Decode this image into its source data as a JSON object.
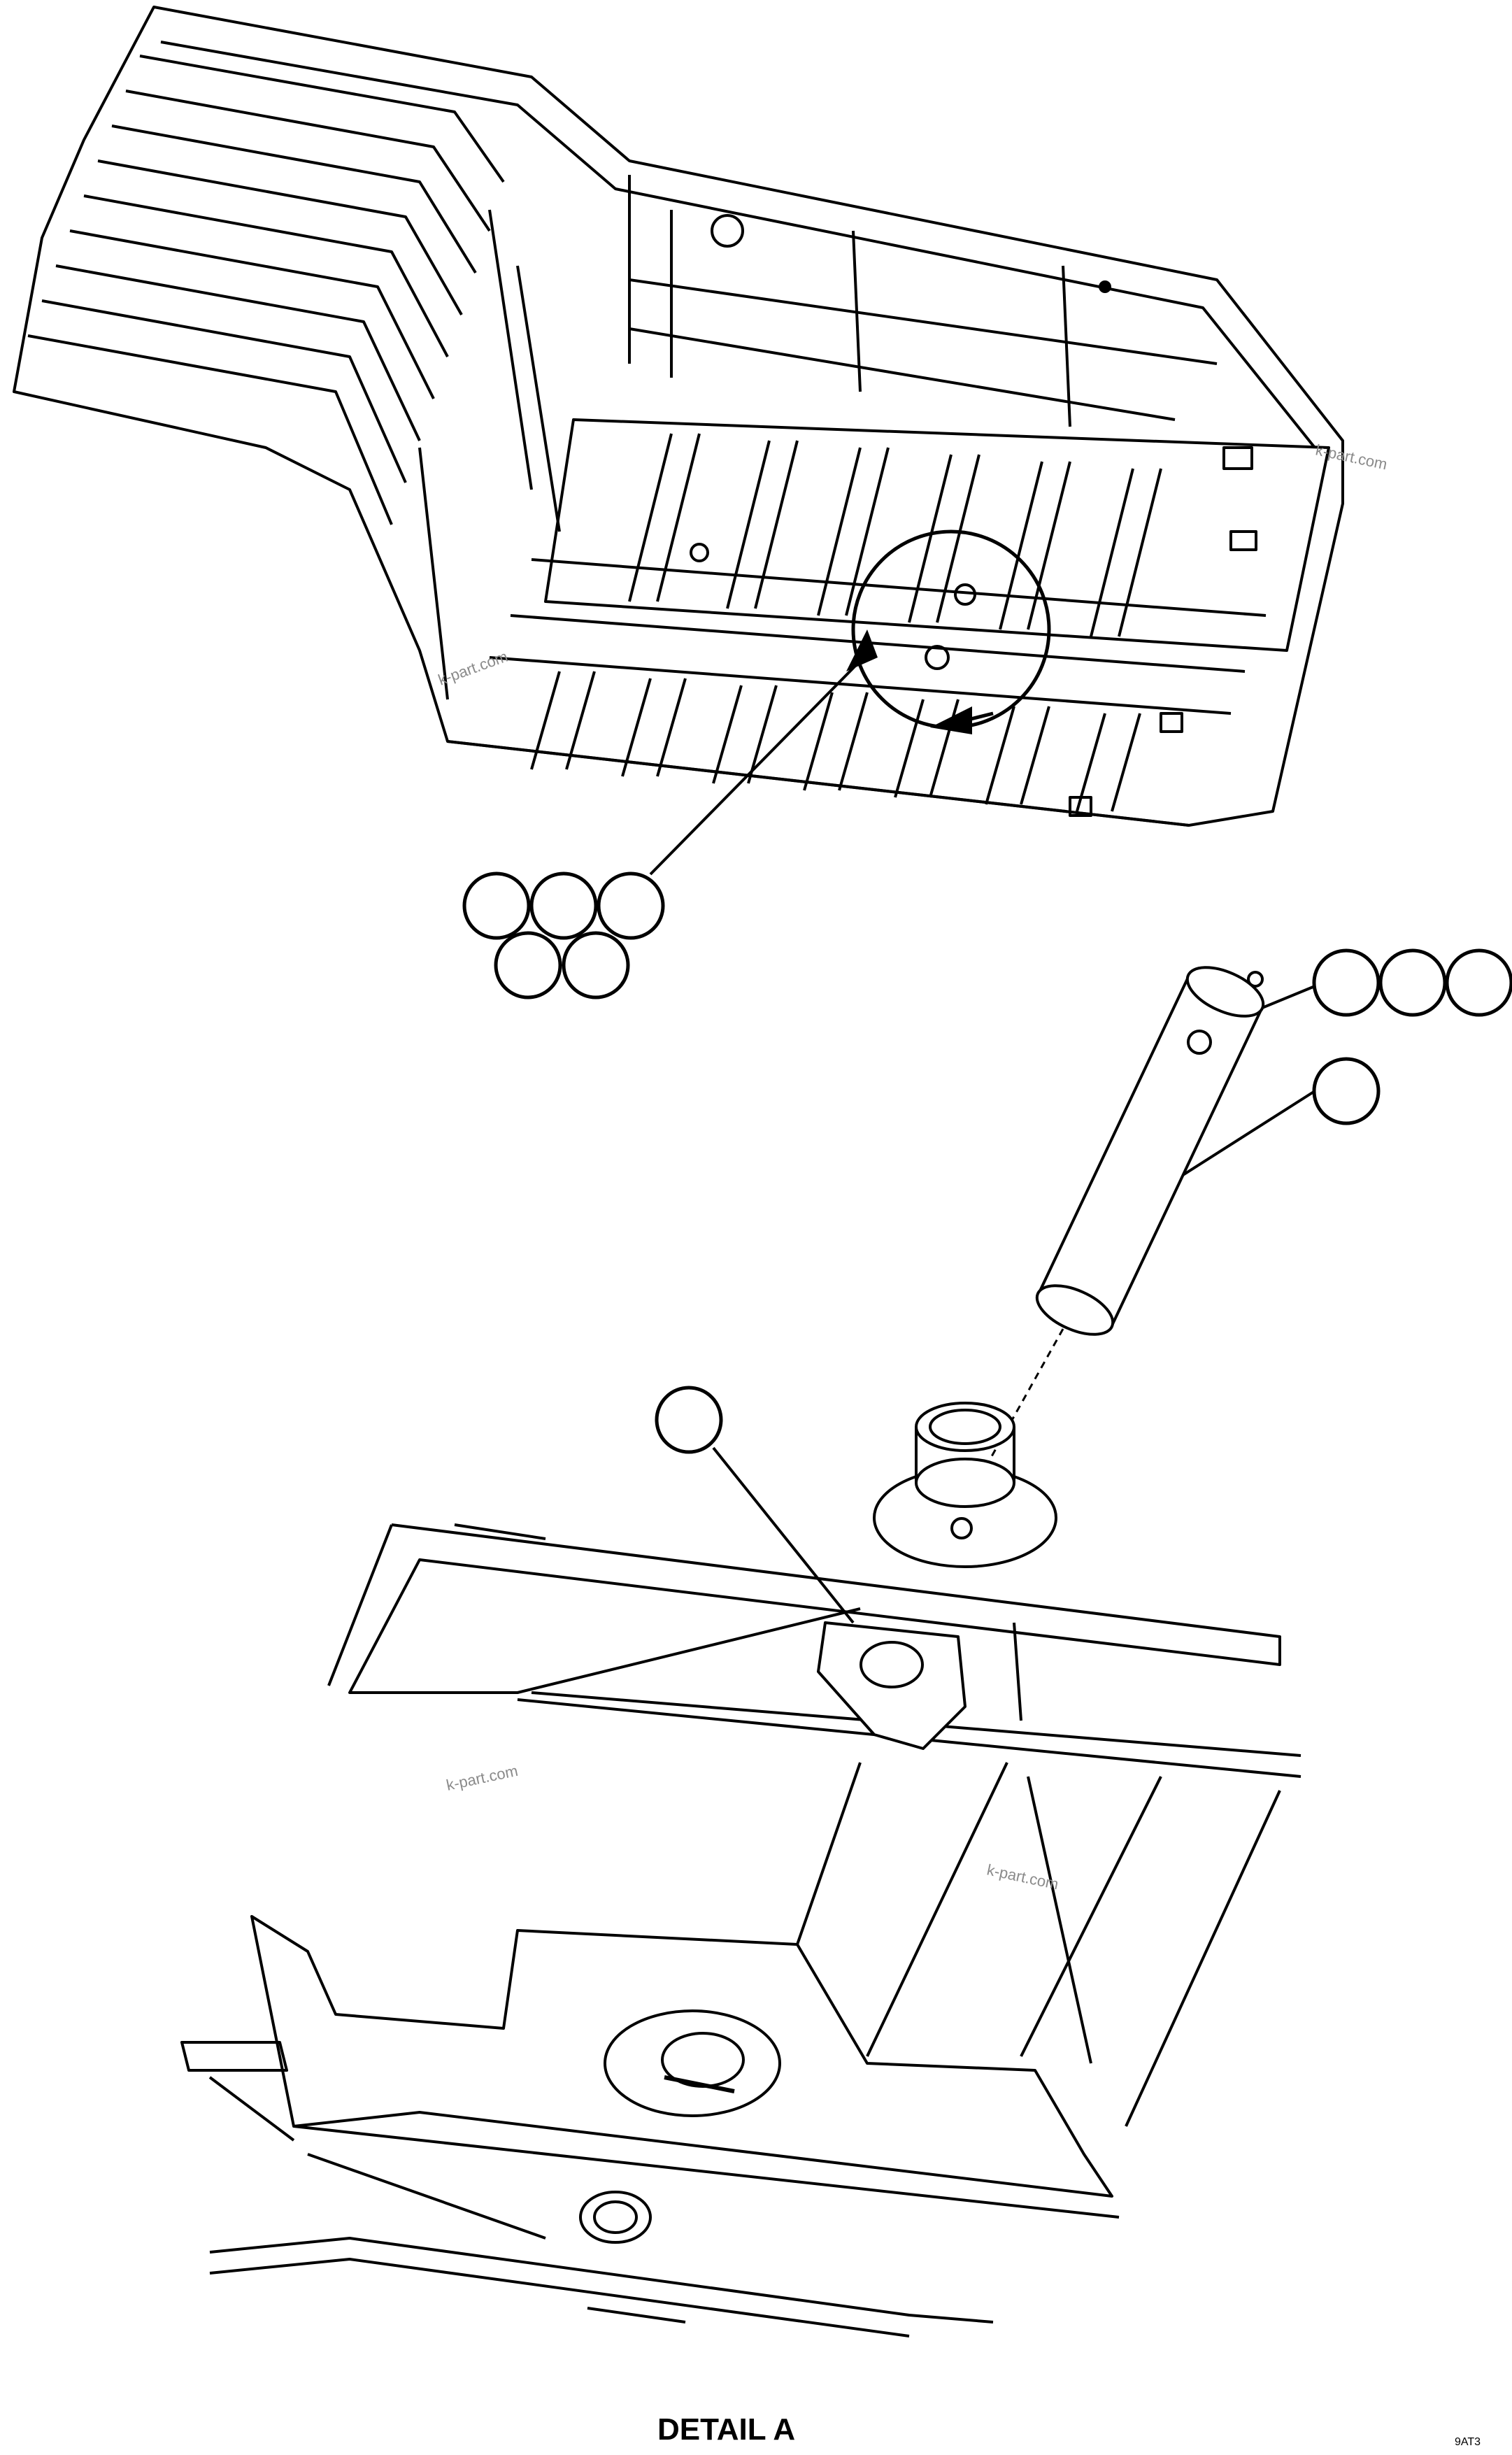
{
  "watermark": "k-part.com",
  "detail_label": "DETAIL A",
  "drawing_code": "9AT3",
  "callouts": [
    {
      "group": "fastener-group-a",
      "count": 5
    },
    {
      "group": "fastener-group-b",
      "count": 3
    },
    {
      "group": "pin",
      "count": 1
    },
    {
      "group": "plate",
      "count": 1
    }
  ],
  "colors": {
    "line": "#000000",
    "background": "#ffffff",
    "watermark": "#8a8a8a"
  }
}
